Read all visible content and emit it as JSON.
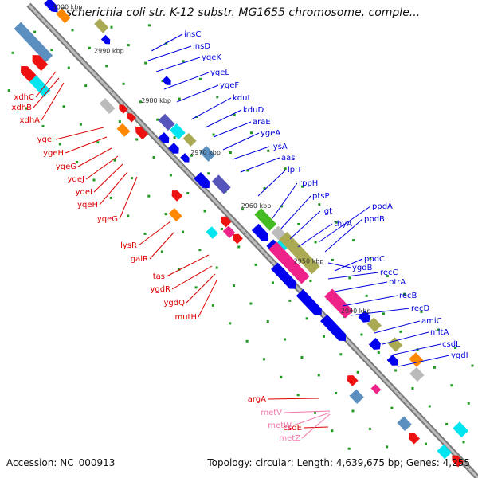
{
  "title": "Escherichia coli str. K-12 substr. MG1655 chromosome, comple...",
  "footer": {
    "accession": "Accession: NC_000913",
    "topology": "Topology: circular; Length: 4,639,675 bp; Genes: 4,255"
  },
  "scale_ticks": [
    "3000 kbp",
    "2990 kbp",
    "2980 kbp",
    "2970 kbp",
    "2960 kbp",
    "2950 kbp",
    "2940 kbp"
  ],
  "labels_forward": [
    "insC",
    "insD",
    "yqeK",
    "yqeL",
    "yqeF",
    "kduI",
    "kduD",
    "araE",
    "ygeA",
    "lysA",
    "aas",
    "lplT",
    "rppH",
    "ptsP",
    "lgt",
    "thyA",
    "ppdA",
    "ppdB",
    "ygdB",
    "ppdC",
    "recC",
    "ptrA",
    "recB",
    "recD",
    "amiC",
    "mltA",
    "csdL",
    "ygdI"
  ],
  "labels_reverse": [
    "xdhC",
    "xdhB",
    "xdhA",
    "ygeI",
    "ygeH",
    "ygeG",
    "yqeJ",
    "yqeI",
    "yqeH",
    "yqeG",
    "lysR",
    "galR",
    "tas",
    "ygdR",
    "ygdQ",
    "mutH",
    "argA",
    "csdE"
  ],
  "labels_rna": [
    "metV",
    "metW",
    "metZ"
  ],
  "colors": {
    "forward_label": "#0000dd",
    "reverse_label": "#dd0000",
    "rna_label": "#ee77aa",
    "backbone": "#999999",
    "tick": "#229922",
    "cds_forward": "#0000ee",
    "cds_reverse": "#ee1111",
    "cyan": "#00e5f0",
    "magenta": "#ee2288",
    "olive": "#aaaa55",
    "orange": "#ff8800",
    "green": "#44bb22",
    "gray": "#bbbbbb",
    "steel": "#5a8fc0",
    "purple": "#5555bb"
  }
}
